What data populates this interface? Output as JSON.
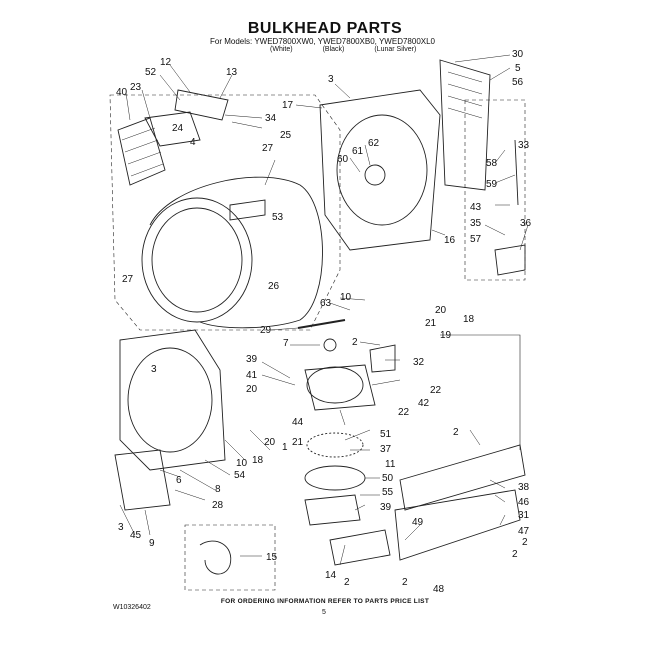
{
  "header": {
    "title": "BULKHEAD PARTS",
    "models": "For Models: YWED7800XW0, YWED7800XB0, YWED7800XL0",
    "variants": [
      "(White)",
      "(Black)",
      "(Lunar Silver)"
    ]
  },
  "callouts": [
    "30",
    "5",
    "56",
    "3",
    "17",
    "12",
    "13",
    "52",
    "23",
    "40",
    "34",
    "25",
    "24",
    "4",
    "27",
    "61",
    "62",
    "60",
    "33",
    "58",
    "59",
    "43",
    "35",
    "57",
    "36",
    "16",
    "53",
    "26",
    "27",
    "10",
    "63",
    "20",
    "21",
    "19",
    "18",
    "29",
    "7",
    "2",
    "32",
    "39",
    "41",
    "20",
    "44",
    "22",
    "42",
    "22",
    "51",
    "37",
    "3",
    "11",
    "50",
    "55",
    "39",
    "2",
    "38",
    "46",
    "31",
    "49",
    "47",
    "2",
    "15",
    "14",
    "2",
    "2",
    "48",
    "2",
    "45",
    "9",
    "28",
    "8",
    "6",
    "54",
    "10",
    "18",
    "1",
    "21",
    "20",
    "3"
  ],
  "footer": {
    "doc_id": "W10326402",
    "note": "FOR ORDERING INFORMATION REFER TO PARTS PRICE LIST",
    "page": "5"
  }
}
